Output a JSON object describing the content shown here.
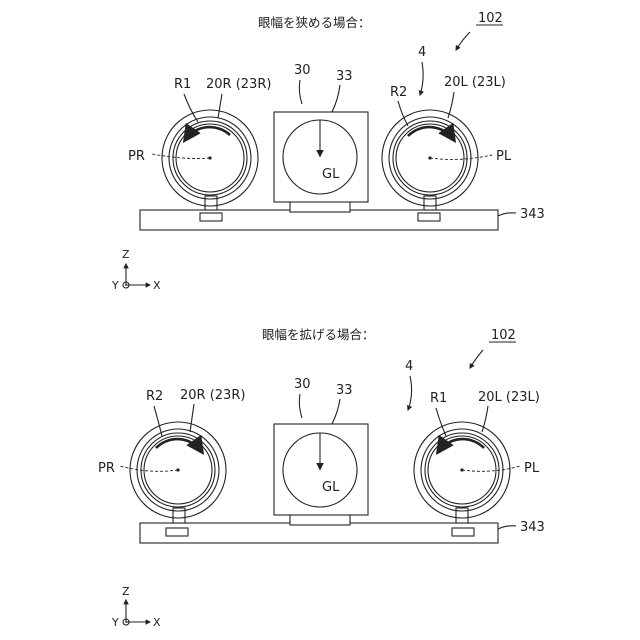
{
  "top": {
    "caption": "眼幅を狭める場合：",
    "ref_102": "102",
    "ref_4": "4",
    "ref_30": "30",
    "ref_33": "33",
    "ref_343": "343",
    "left_eyepiece": {
      "rotation_label": "R1",
      "part_label": "20R (23R)",
      "point_label": "PR"
    },
    "right_eyepiece": {
      "rotation_label": "R2",
      "part_label": "20L (23L)",
      "point_label": "PL"
    },
    "center_label": "GL",
    "axes": {
      "z": "Z",
      "y": "Y",
      "x": "X"
    }
  },
  "bottom": {
    "caption": "眼幅を拡げる場合：",
    "ref_102": "102",
    "ref_4": "4",
    "ref_30": "30",
    "ref_33": "33",
    "ref_343": "343",
    "left_eyepiece": {
      "rotation_label": "R2",
      "part_label": "20R (23R)",
      "point_label": "PR"
    },
    "right_eyepiece": {
      "rotation_label": "R1",
      "part_label": "20L (23L)",
      "point_label": "PL"
    },
    "center_label": "GL",
    "axes": {
      "z": "Z",
      "y": "Y",
      "x": "X"
    }
  }
}
